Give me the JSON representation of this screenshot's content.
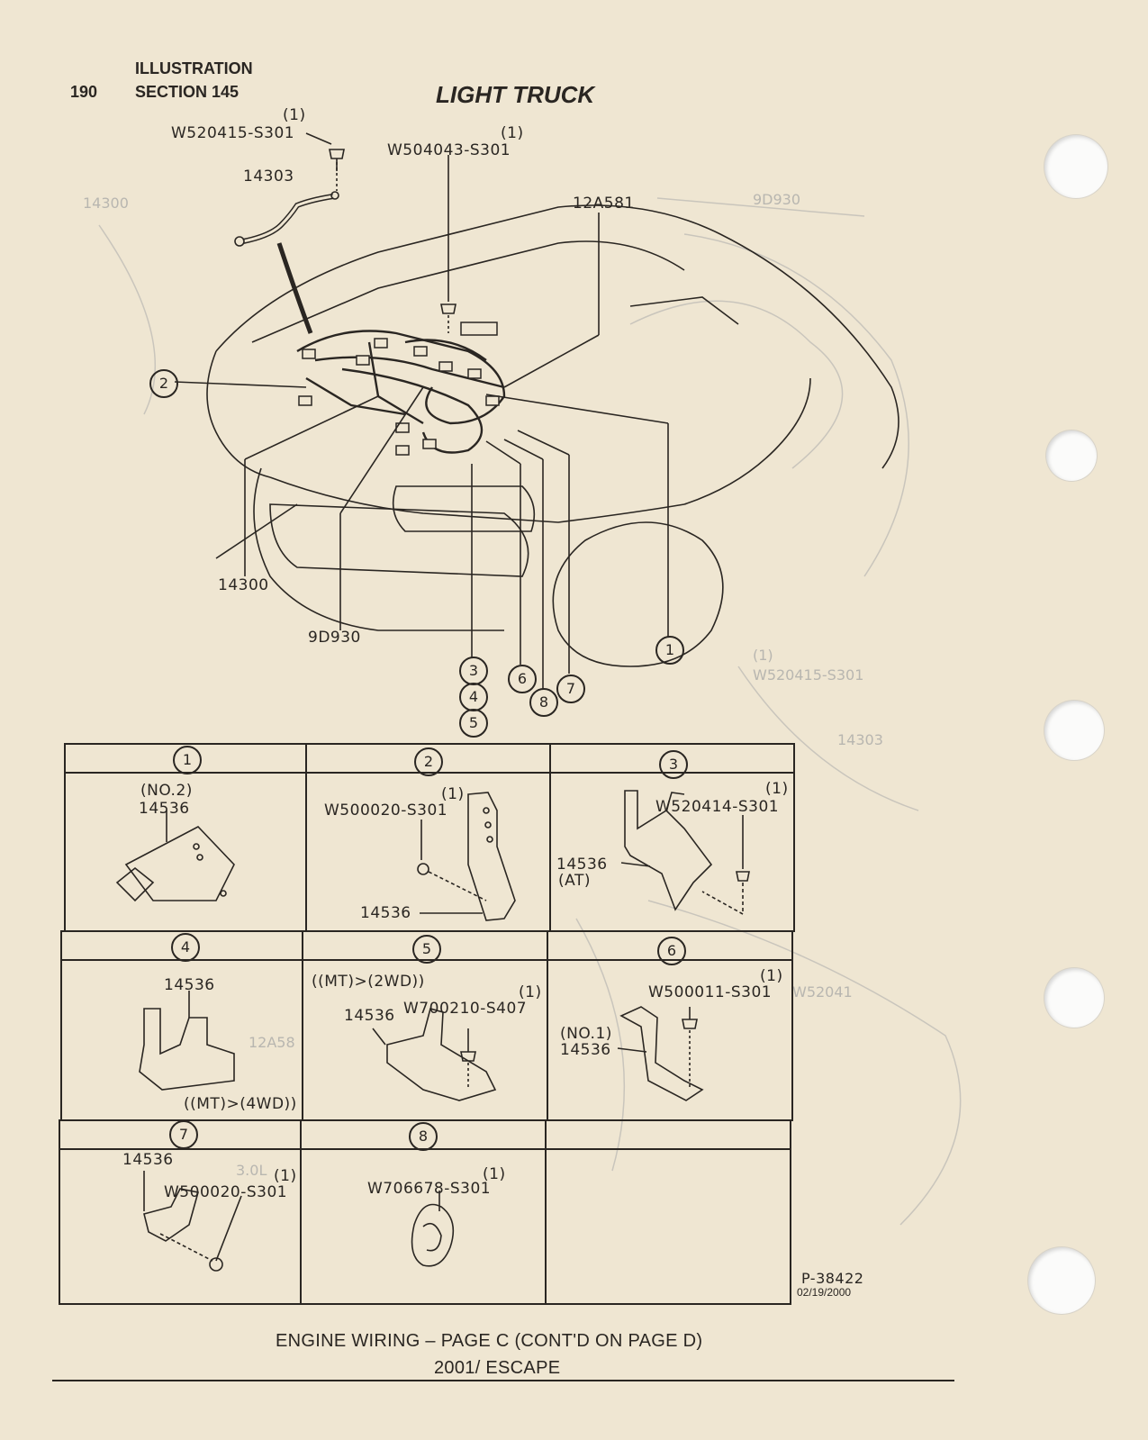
{
  "header": {
    "page_number": "190",
    "section_line1": "ILLUSTRATION",
    "section_line2": "SECTION 145",
    "title": "LIGHT TRUCK"
  },
  "main_diagram": {
    "labels": {
      "bolt_battery": "W520415-S301",
      "bolt_battery_qty": "(1)",
      "bolt_harness": "W504043-S301",
      "bolt_harness_qty": "(1)",
      "battery_cable": "14303",
      "harness_12a581": "12A581",
      "harness_14300": "14300",
      "harness_9d930": "9D930"
    },
    "callouts": [
      "1",
      "2",
      "3",
      "4",
      "5",
      "6",
      "7",
      "8"
    ]
  },
  "detail_table": {
    "cells": [
      {
        "number": "1",
        "texts": [
          "(NO.2)",
          "14536"
        ]
      },
      {
        "number": "2",
        "texts": [
          "W500020-S301",
          "(1)",
          "14536"
        ]
      },
      {
        "number": "3",
        "texts": [
          "W520414-S301",
          "(1)",
          "14536",
          "(AT)"
        ]
      },
      {
        "number": "4",
        "texts": [
          "14536",
          "((MT)>(4WD))"
        ]
      },
      {
        "number": "5",
        "texts": [
          "((MT)>(2WD))",
          "14536",
          "W700210-S407",
          "(1)"
        ]
      },
      {
        "number": "6",
        "texts": [
          "W500011-S301",
          "(1)",
          "(NO.1)",
          "14536"
        ]
      },
      {
        "number": "7",
        "texts": [
          "14536",
          "W500020-S301",
          "(1)"
        ]
      },
      {
        "number": "8",
        "texts": [
          "W706678-S301",
          "(1)"
        ]
      }
    ]
  },
  "figure_id": "P-38422",
  "figure_date": "02/19/2000",
  "footer": {
    "line1": "ENGINE WIRING – PAGE C (CONT'D ON PAGE D)",
    "line2": "2001/ ESCAPE"
  },
  "ghost_labels": [
    "14300",
    "9D930",
    "W520415-S301",
    "(1)",
    "14303",
    "12A58",
    "W52041",
    "3.0L"
  ],
  "colors": {
    "paper": "#efe6d2",
    "ink": "#2a2622",
    "ghost": "#b8b6b0"
  }
}
